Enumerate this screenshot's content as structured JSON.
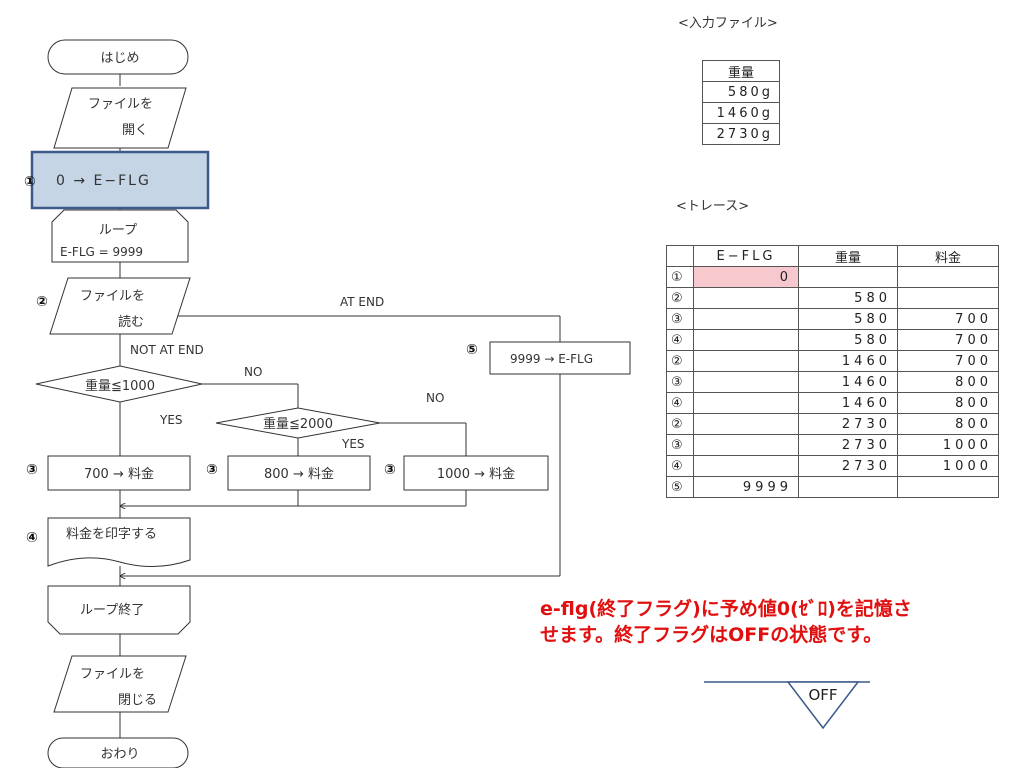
{
  "flow": {
    "start": "はじめ",
    "open_l1": "ファイルを",
    "open_l2": "開く",
    "init": "0 → E−FLG",
    "loop_l1": "ループ",
    "loop_l2": "E-FLG = 9999",
    "read_l1": "ファイルを",
    "read_l2": "読む",
    "at_end": "AT END",
    "not_at_end": "NOT AT END",
    "end_set": "9999 → E-FLG",
    "cond1": "重量≦1000",
    "cond2": "重量≦2000",
    "no1": "NO",
    "no2": "NO",
    "yes1": "YES",
    "yes2": "YES",
    "fee700": "700 → 料金",
    "fee800": "800 → 料金",
    "fee1000": "1000 → 料金",
    "print": "料金を印字する",
    "loop_end": "ループ終了",
    "close_l1": "ファイルを",
    "close_l2": "閉じる",
    "finish": "おわり",
    "markers": {
      "m1": "①",
      "m2": "②",
      "m3": "③",
      "m4": "④",
      "m5": "⑤"
    }
  },
  "input_file": {
    "title": "<入力ファイル>",
    "header": "重量",
    "rows": [
      "580g",
      "1460g",
      "2730g"
    ]
  },
  "trace": {
    "title": "<トレース>",
    "headers": [
      "",
      "E−FLG",
      "重量",
      "料金"
    ],
    "rows": [
      [
        "①",
        "0",
        "",
        ""
      ],
      [
        "②",
        "",
        "580",
        ""
      ],
      [
        "③",
        "",
        "580",
        "700"
      ],
      [
        "④",
        "",
        "580",
        "700"
      ],
      [
        "②",
        "",
        "1460",
        "700"
      ],
      [
        "③",
        "",
        "1460",
        "800"
      ],
      [
        "④",
        "",
        "1460",
        "800"
      ],
      [
        "②",
        "",
        "2730",
        "800"
      ],
      [
        "③",
        "",
        "2730",
        "1000"
      ],
      [
        "④",
        "",
        "2730",
        "1000"
      ],
      [
        "⑤",
        "9999",
        "",
        ""
      ]
    ]
  },
  "note": {
    "line1": "e-flg(終了フラグ)に予め値0(ｾﾞﾛ)を記憶さ",
    "line2": "せます。終了フラグはOFFの状態です。"
  },
  "flag": {
    "label": "OFF"
  },
  "colors": {
    "highlight_fill": "#c6d5e6",
    "highlight_border": "#3b5a8a",
    "trace_highlight": "#f7c9cf",
    "note": "#e01010"
  }
}
